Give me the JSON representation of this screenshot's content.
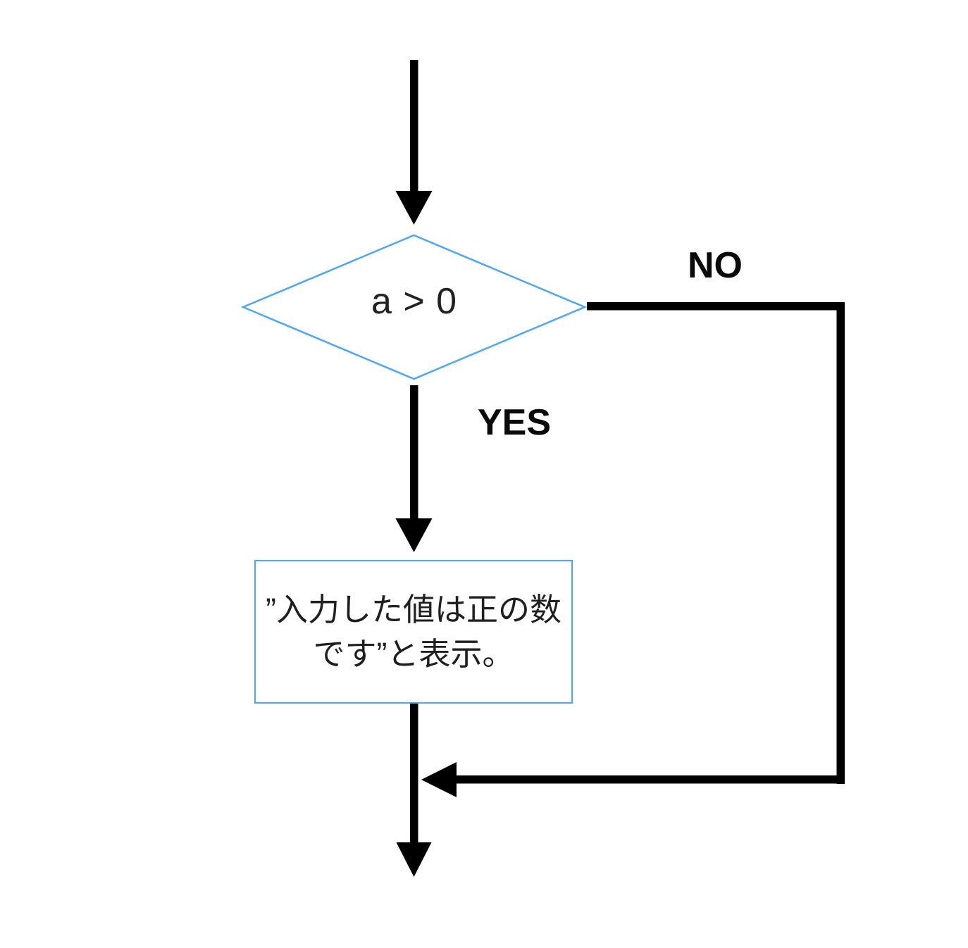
{
  "colors": {
    "accent_blue": "#4da6f7",
    "arrow_black": "#000000",
    "text_dark": "#1f1f1f"
  },
  "flowchart": {
    "decision": {
      "label": "a > 0"
    },
    "branch_no": {
      "label": "NO"
    },
    "branch_yes": {
      "label": "YES"
    },
    "process": {
      "lines": [
        "”入力した値は正の数",
        "です”と表示。"
      ],
      "full_text": "”入力した値は正の数です”と表示。"
    }
  }
}
